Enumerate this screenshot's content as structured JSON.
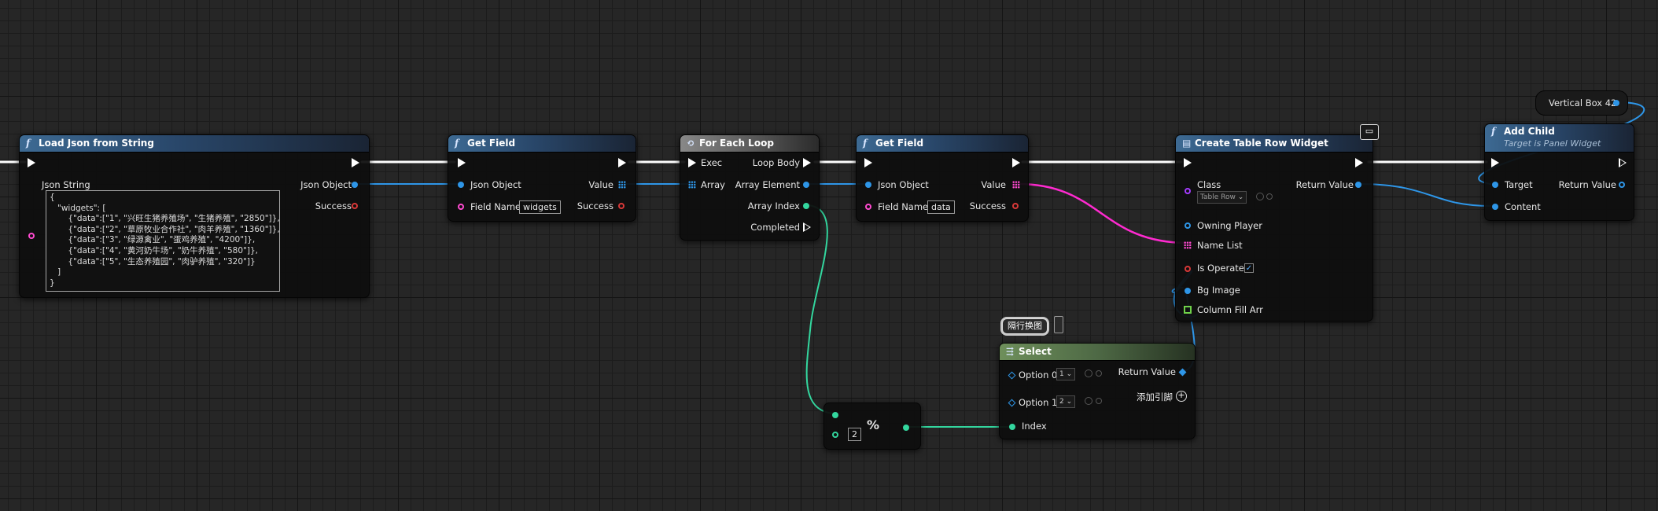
{
  "nodes": {
    "load_json": {
      "title": "Load Json from String",
      "input_label": "Json String",
      "json_text": "{\n   \"widgets\": [\n       {\"data\":[\"1\", \"兴旺生猪养殖场\", \"生猪养殖\", \"2850\"]},\n       {\"data\":[\"2\", \"草原牧业合作社\", \"肉羊养殖\", \"1360\"]},\n       {\"data\":[\"3\", \"绿源禽业\", \"蛋鸡养殖\", \"4200\"]},\n       {\"data\":[\"4\", \"黄河奶牛场\", \"奶牛养殖\", \"580\"]},\n       {\"data\":[\"5\", \"生态养殖园\", \"肉驴养殖\", \"320\"]}\n   ]\n}",
      "out_json_object": "Json Object",
      "out_success": "Success"
    },
    "get_field_1": {
      "title": "Get Field",
      "in_json_object": "Json Object",
      "in_field_name": "Field Name",
      "field_value": "widgets",
      "out_value": "Value",
      "out_success": "Success"
    },
    "for_each": {
      "title": "For Each Loop",
      "in_exec": "Exec",
      "in_array": "Array",
      "out_loop_body": "Loop Body",
      "out_array_element": "Array Element",
      "out_array_index": "Array Index",
      "out_completed": "Completed"
    },
    "get_field_2": {
      "title": "Get Field",
      "in_json_object": "Json Object",
      "in_field_name": "Field Name",
      "field_value": "data",
      "out_value": "Value",
      "out_success": "Success"
    },
    "create_widget": {
      "title": "Create Table Row Widget",
      "in_class": "Class",
      "class_value": "Table Row",
      "in_owning_player": "Owning Player",
      "in_name_list": "Name List",
      "in_is_operate": "Is Operate",
      "is_operate_checked": "✓",
      "in_bg_image": "Bg Image",
      "in_column_fill_arr": "Column Fill Arr",
      "out_return_value": "Return Value"
    },
    "add_child": {
      "title": "Add Child",
      "subtitle": "Target is Panel Widget",
      "in_target": "Target",
      "in_content": "Content",
      "out_return_value": "Return Value"
    },
    "vertical_box": {
      "label": "Vertical Box 42"
    },
    "modulo": {
      "symbol": "%",
      "in_value": "2"
    },
    "select": {
      "comment": "隔行换图",
      "title": "Select",
      "option0": "Option 0",
      "option0_value": "1",
      "option1": "Option 1",
      "option1_value": "2",
      "index": "Index",
      "out_return_value": "Return Value",
      "add_pin": "添加引脚"
    }
  },
  "colors": {
    "exec": "#ffffff",
    "object_pin": "#2e96e8",
    "string_pin": "#ff4ad0",
    "int_pin": "#33d69e",
    "bool_pin": "#d83838",
    "class_pin": "#a43cff"
  }
}
